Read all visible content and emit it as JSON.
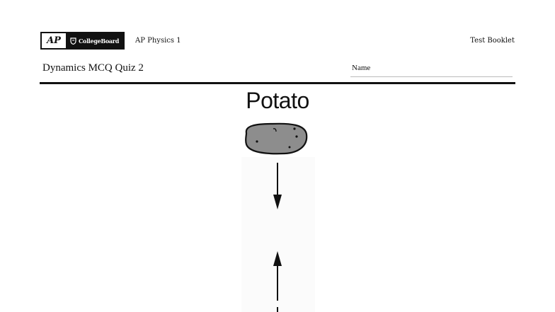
{
  "header": {
    "logo": {
      "ap": "AP",
      "brand": "CollegeBoard"
    },
    "subject": "AP Physics 1",
    "booklet": "Test Booklet"
  },
  "quiz": {
    "title": "Dynamics MCQ Quiz 2",
    "name_label": "Name"
  },
  "figure": {
    "title": "Potato",
    "object_icon": "potato-icon",
    "arrows": [
      "downward-force-arrow",
      "upward-force-arrow",
      "third-arrow-partial"
    ]
  }
}
